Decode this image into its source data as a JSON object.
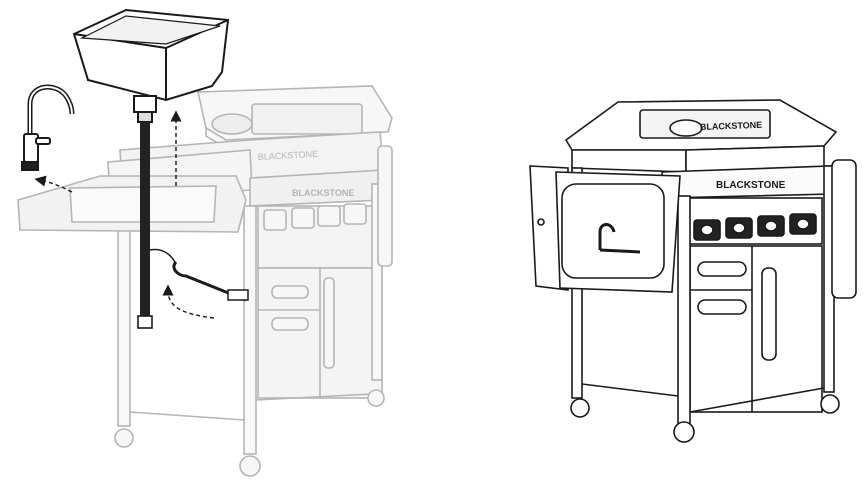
{
  "figure": {
    "left_panel": {
      "brand_text": "BLACKSTONE",
      "brand_text_lid": "BLACKSTONE"
    },
    "right_panel": {
      "brand_text": "BLACKSTONE",
      "brand_text_lid": "BLACKSTONE"
    }
  },
  "colors": {
    "ink": "#1a1a1a",
    "ghost": "#b5b5b5",
    "ghost_fill": "#f4f4f4",
    "hose": "#222222",
    "panel_fill": "#ffffff"
  }
}
